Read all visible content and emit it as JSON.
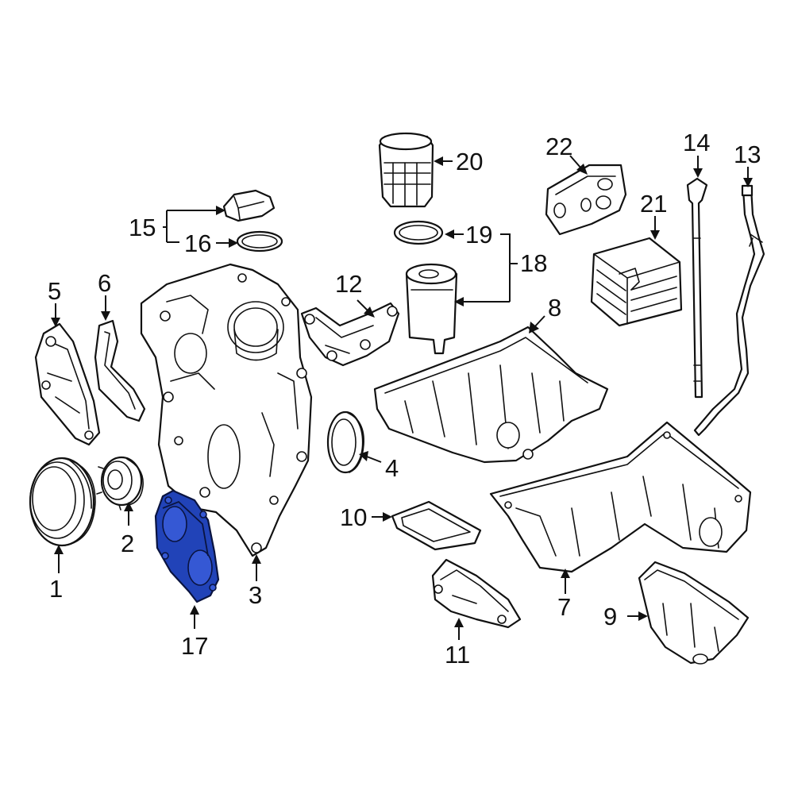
{
  "highlight_color": "#2143b8",
  "callouts": {
    "c1": "1",
    "c2": "2",
    "c3": "3",
    "c4": "4",
    "c5": "5",
    "c6": "6",
    "c7": "7",
    "c8": "8",
    "c9": "9",
    "c10": "10",
    "c11": "11",
    "c12": "12",
    "c13": "13",
    "c14": "14",
    "c15": "15",
    "c16": "16",
    "c17": "17",
    "c18": "18",
    "c19": "19",
    "c20": "20",
    "c21": "21",
    "c22": "22"
  },
  "highlighted_part": "17"
}
